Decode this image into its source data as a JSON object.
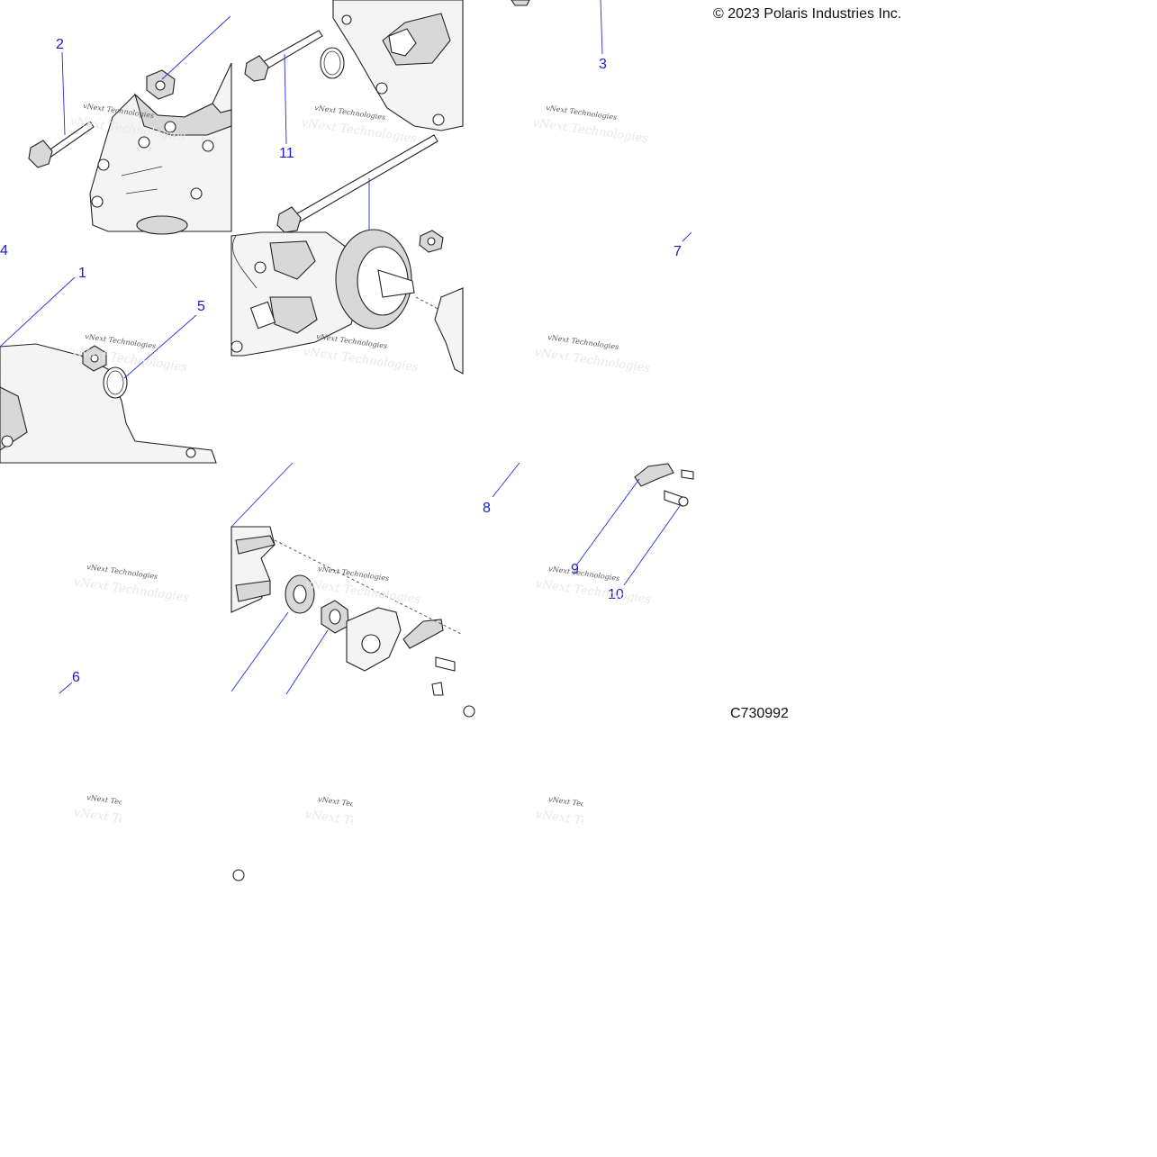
{
  "copyright": "© 2023 Polaris Industries Inc.",
  "figure_code": "C730992",
  "watermark": {
    "line1": "vNext Technologies",
    "line2": "vNext Technologies"
  },
  "callouts": [
    {
      "id": "c1",
      "label": "1"
    },
    {
      "id": "c2",
      "label": "2"
    },
    {
      "id": "c3",
      "label": "3"
    },
    {
      "id": "c4",
      "label": "4"
    },
    {
      "id": "c5",
      "label": "5"
    },
    {
      "id": "c6",
      "label": "6"
    },
    {
      "id": "c7",
      "label": "7"
    },
    {
      "id": "c8",
      "label": "8"
    },
    {
      "id": "c9",
      "label": "9"
    },
    {
      "id": "c10",
      "label": "10"
    },
    {
      "id": "c11",
      "label": "11"
    }
  ],
  "colors": {
    "callout": "#1a1ad6",
    "leader": "#2a2ae0",
    "background": "#ffffff"
  }
}
